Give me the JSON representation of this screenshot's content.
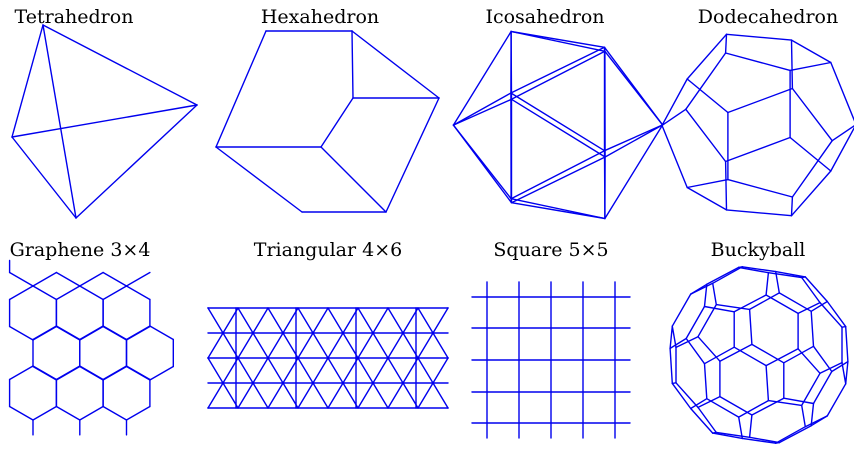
{
  "colors": {
    "edge": "#0000ee",
    "background": "#ffffff",
    "text": "#000000"
  },
  "figures": [
    {
      "id": "tetrahedron",
      "label": "Tetrahedron"
    },
    {
      "id": "hexahedron",
      "label": "Hexahedron"
    },
    {
      "id": "icosahedron",
      "label": "Icosahedron"
    },
    {
      "id": "dodecahedron",
      "label": "Dodecahedron"
    },
    {
      "id": "graphene",
      "label": "Graphene 3×4"
    },
    {
      "id": "triangular",
      "label": "Triangular 4×6"
    },
    {
      "id": "square",
      "label": "Square 5×5"
    },
    {
      "id": "buckyball",
      "label": "Buckyball"
    }
  ]
}
